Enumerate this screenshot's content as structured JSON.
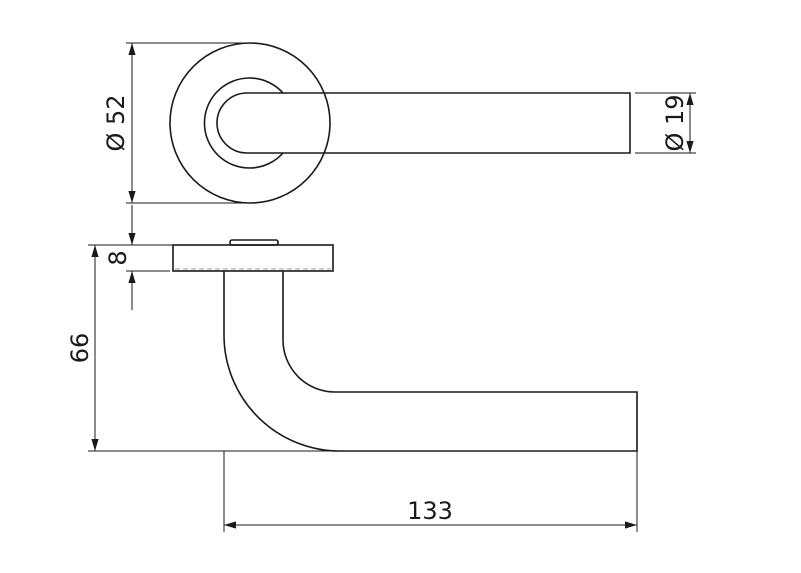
{
  "drawing": {
    "title": "Lever handle on round rose",
    "views": [
      "top-view",
      "side-view"
    ]
  },
  "dimensions": {
    "rose_diameter": "Ø 52",
    "lever_diameter": "Ø 19",
    "rose_thickness": "8",
    "lever_height": "66",
    "lever_length": "133"
  },
  "colors": {
    "line": "#1a1a1a",
    "background": "#ffffff"
  }
}
